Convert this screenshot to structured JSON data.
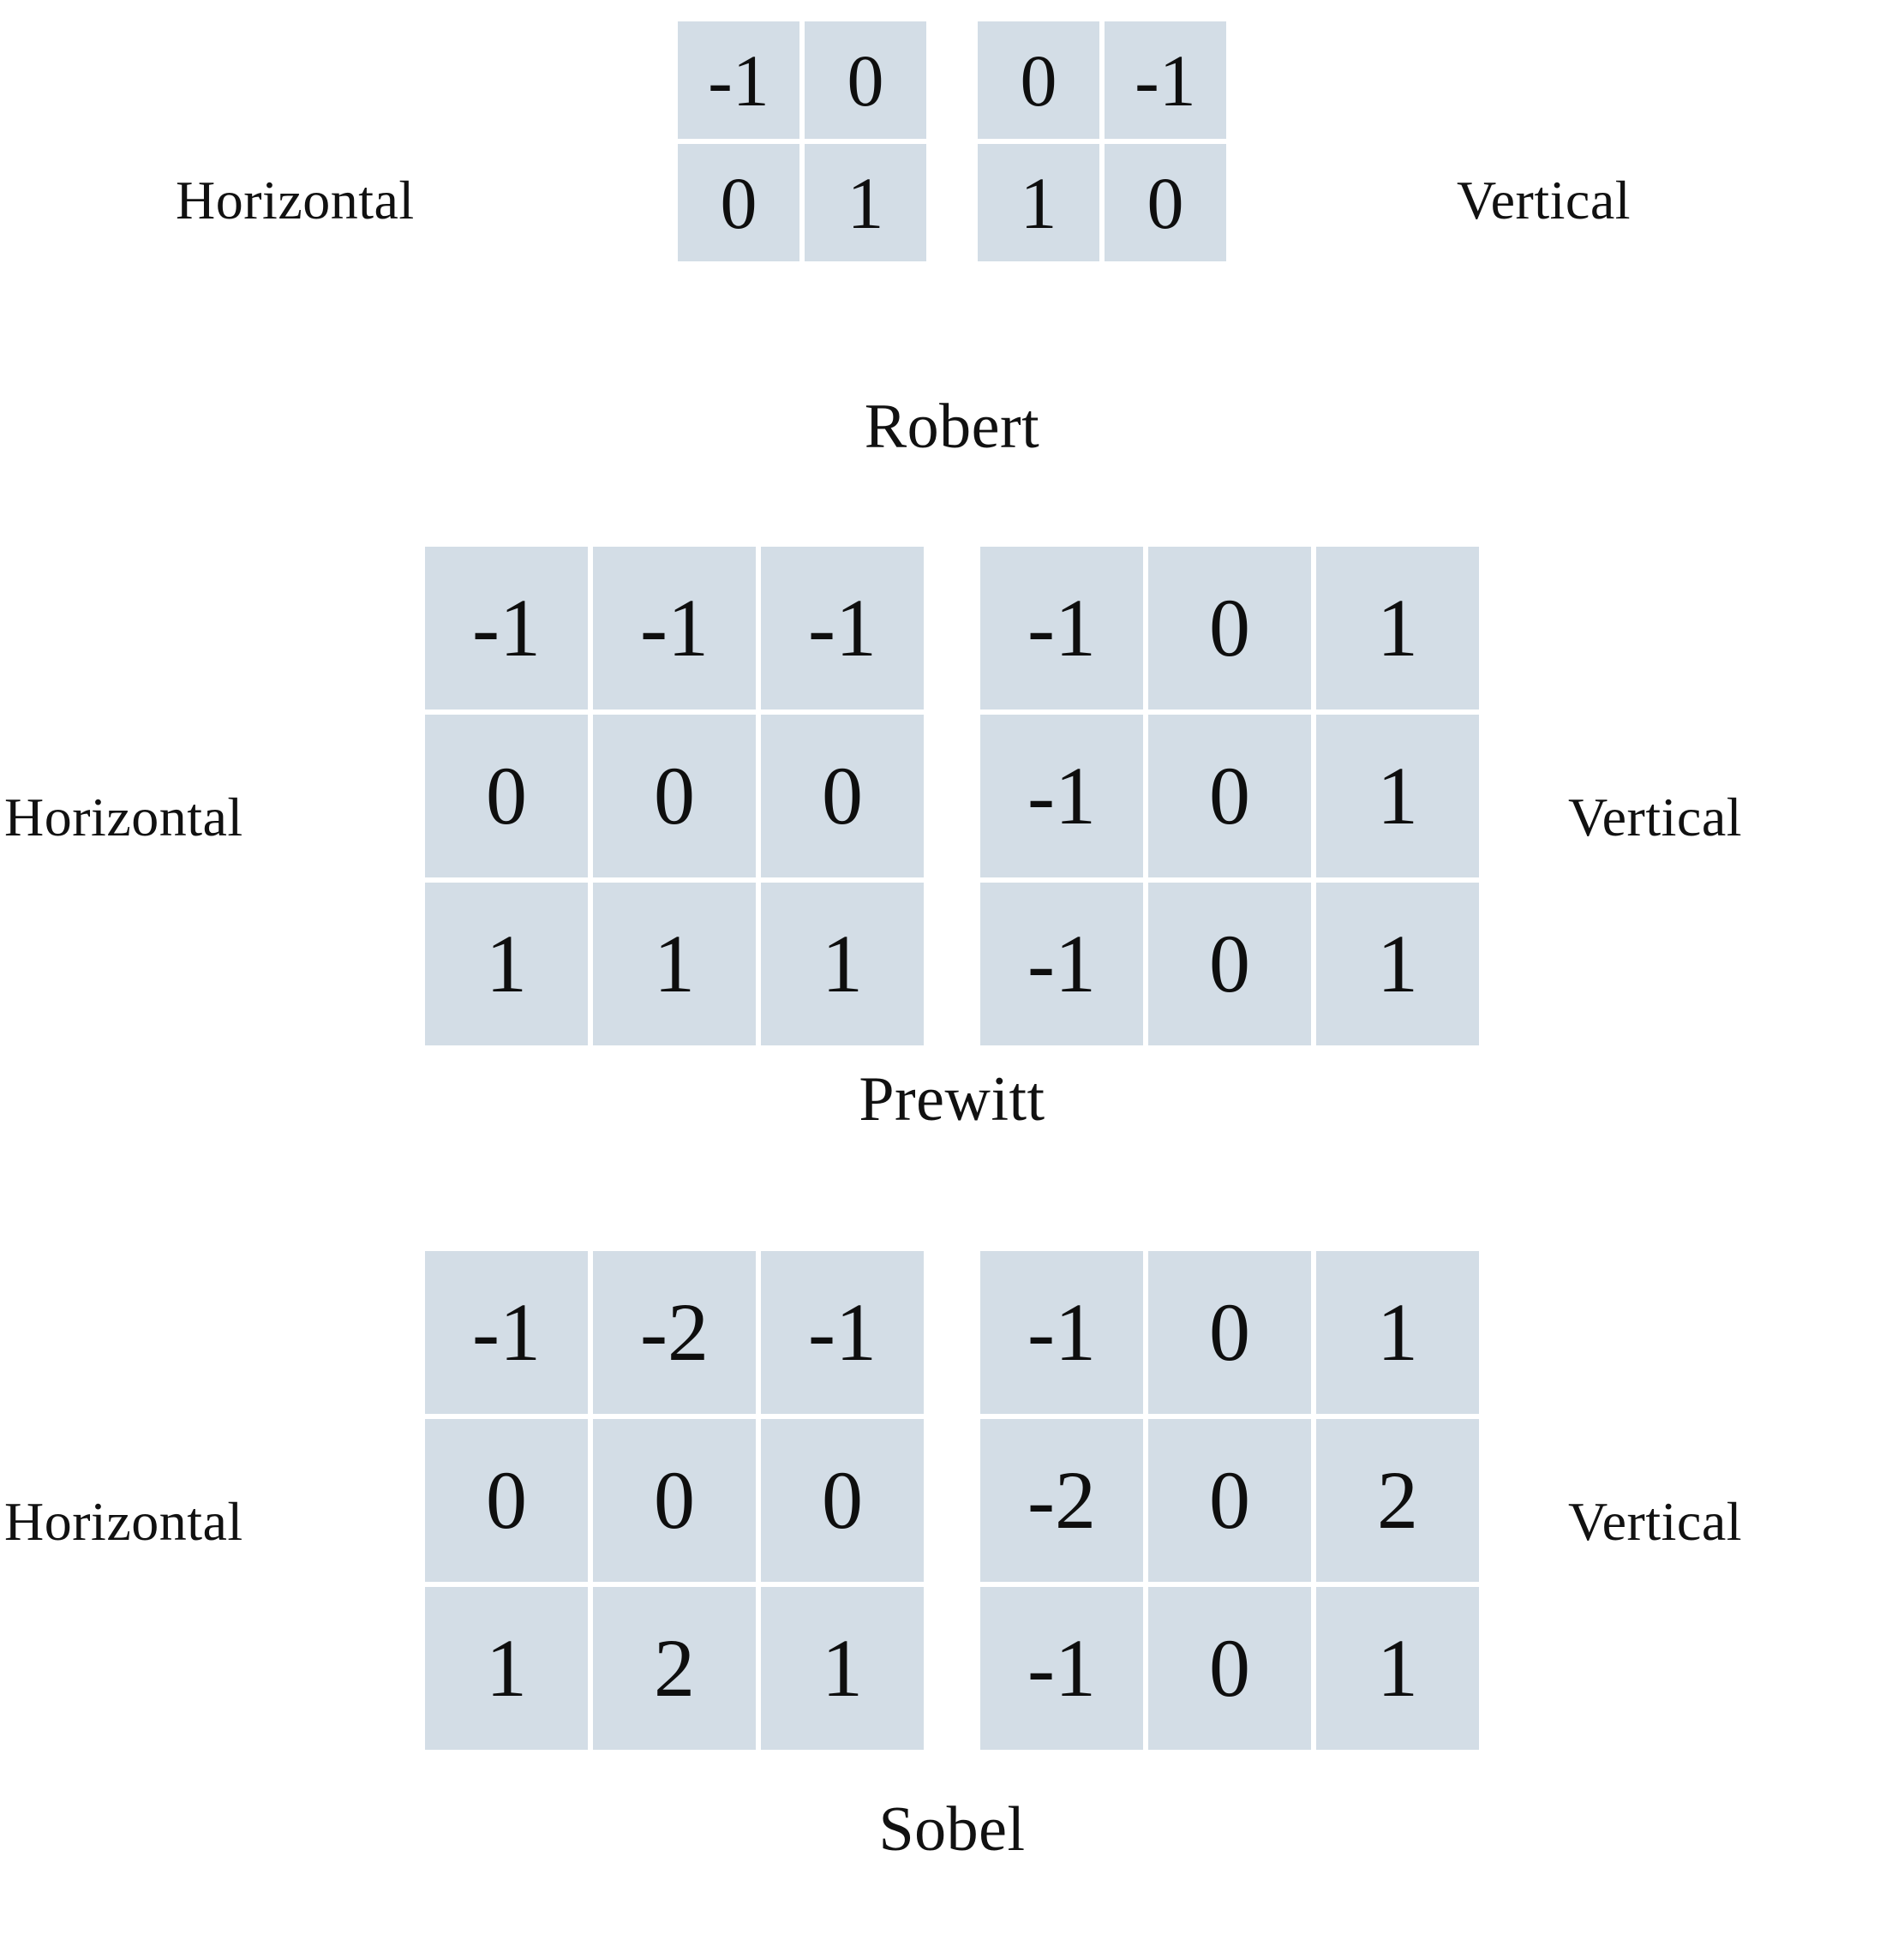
{
  "figure": {
    "background_color": "#ffffff",
    "cell_color": "#d3dde6",
    "text_color": "#111111"
  },
  "labels": {
    "horizontal": "Horizontal",
    "vertical": "Vertical"
  },
  "operators": [
    {
      "id": "robert",
      "name": "Robert",
      "kernel_size": "2x2",
      "left_label": "Horizontal",
      "right_label": "Vertical",
      "horizontal": [
        [
          "-1",
          "0"
        ],
        [
          "0",
          "1"
        ]
      ],
      "vertical": [
        [
          "0",
          "-1"
        ],
        [
          "1",
          "0"
        ]
      ]
    },
    {
      "id": "prewitt",
      "name": "Prewitt",
      "kernel_size": "3x3",
      "left_label": "Horizontal",
      "right_label": "Vertical",
      "horizontal": [
        [
          "-1",
          "-1",
          "-1"
        ],
        [
          "0",
          "0",
          "0"
        ],
        [
          "1",
          "1",
          "1"
        ]
      ],
      "vertical": [
        [
          "-1",
          "0",
          "1"
        ],
        [
          "-1",
          "0",
          "1"
        ],
        [
          "-1",
          "0",
          "1"
        ]
      ]
    },
    {
      "id": "sobel",
      "name": "Sobel",
      "kernel_size": "3x3",
      "left_label": "Horizontal",
      "right_label": "Vertical",
      "horizontal": [
        [
          "-1",
          "-2",
          "-1"
        ],
        [
          "0",
          "0",
          "0"
        ],
        [
          "1",
          "2",
          "1"
        ]
      ],
      "vertical": [
        [
          "-1",
          "0",
          "1"
        ],
        [
          "-2",
          "0",
          "2"
        ],
        [
          "-1",
          "0",
          "1"
        ]
      ]
    }
  ]
}
